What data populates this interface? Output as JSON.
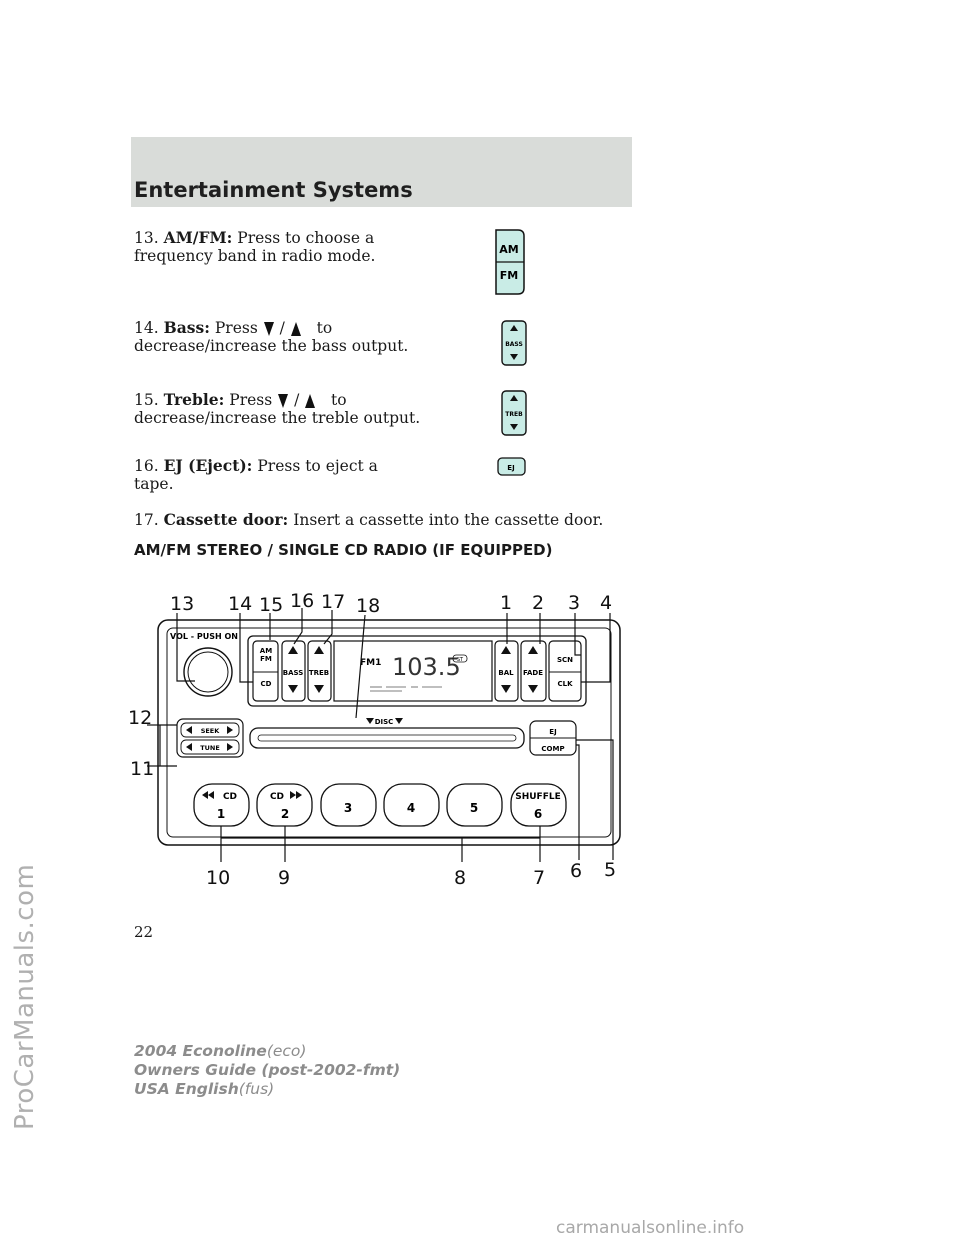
{
  "header": {
    "title": "Entertainment Systems"
  },
  "items": [
    {
      "num": "13.",
      "label": "AM/FM:",
      "text1": "Press to choose a",
      "text2": "frequency band in radio mode."
    },
    {
      "num": "14.",
      "label": "Bass:",
      "pre": "Press",
      "slash": "/",
      "post": "to",
      "text2": "decrease/increase the bass output."
    },
    {
      "num": "15.",
      "label": "Treble:",
      "pre": "Press",
      "slash": "/",
      "post": "to",
      "text2": "decrease/increase the treble output."
    },
    {
      "num": "16.",
      "label": "EJ (Eject):",
      "text1": "Press to eject a",
      "text2": "tape."
    },
    {
      "num": "17.",
      "label": "Cassette door:",
      "text1": "Insert a cassette into the cassette door."
    }
  ],
  "icons": {
    "amfm": {
      "top": "AM",
      "bottom": "FM"
    },
    "bass": "BASS",
    "treb": "TREB",
    "ej": "EJ"
  },
  "section_heading": "AM/FM STEREO / SINGLE CD RADIO (IF EQUIPPED)",
  "radio": {
    "vol_label": "VOL - PUSH ON",
    "am": "AM",
    "fm": "FM",
    "cd": "CD",
    "bass": "BASS",
    "treb": "TREB",
    "display_band": "FM1",
    "display_freq": "103.5",
    "display_badge": "ST",
    "bal": "BAL",
    "fade": "FADE",
    "scn": "SCN",
    "clk": "CLK",
    "disc": "DISC",
    "seek": "SEEK",
    "tune": "TUNE",
    "ej": "EJ",
    "comp": "COMP",
    "presets": [
      {
        "top": "CD",
        "num": "1"
      },
      {
        "top": "CD",
        "num": "2"
      },
      {
        "top": "",
        "num": "3"
      },
      {
        "top": "",
        "num": "4"
      },
      {
        "top": "",
        "num": "5"
      },
      {
        "top": "SHUFFLE",
        "num": "6"
      }
    ],
    "callouts": [
      "13",
      "14",
      "15",
      "16",
      "17",
      "18",
      "1",
      "2",
      "3",
      "4",
      "12",
      "11",
      "10",
      "9",
      "8",
      "7",
      "6",
      "5"
    ]
  },
  "page_number": "22",
  "footer": {
    "line1_bold": "2004 Econoline",
    "line1_light": "(eco)",
    "line2": "Owners Guide (post-2002-fmt)",
    "line3_bold": "USA English",
    "line3_light": "(fus)"
  },
  "watermarks": {
    "side": "ProCarManuals.com",
    "bottom": "carmanualsonline.info"
  },
  "colors": {
    "header_band": "#d9dcd9",
    "icon_fill": "#c9ece6",
    "footer_text": "#8c8c8c"
  }
}
